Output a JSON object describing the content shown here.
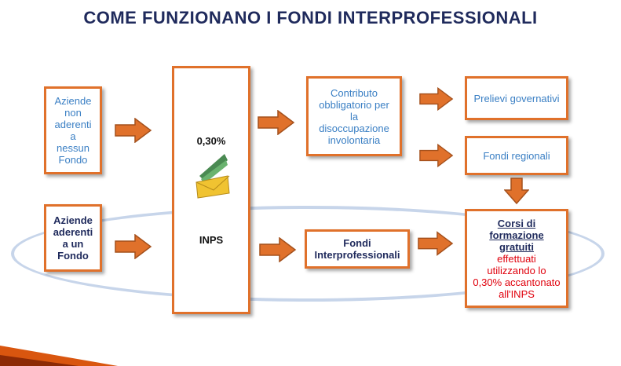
{
  "title": "COME FUNZIONANO I FONDI INTERPROFESSIONALI",
  "boxes": {
    "non_aderenti": [
      "Aziende",
      "non",
      "aderenti",
      "a",
      "nessun",
      "Fondo"
    ],
    "aderenti": [
      "Aziende",
      "aderenti",
      "a un",
      "Fondo"
    ],
    "inps_rate": "0,30%",
    "inps_label": "INPS",
    "contributo": [
      "Contributo",
      "obbligatorio per",
      "la",
      "disoccupazione",
      "involontaria"
    ],
    "fondi_inter": [
      "Fondi",
      "Interprofessionali"
    ],
    "prelievi": "Prelievi governativi",
    "regionali": "Fondi regionali",
    "corsi_title": [
      "Corsi di",
      "formazione",
      "gratuiti"
    ],
    "corsi_body": [
      "effettuati",
      "utilizzando lo",
      "0,30% accantonato",
      "all'INPS"
    ]
  },
  "colors": {
    "accent": "#e0712b",
    "title": "#1f2a5c",
    "blue_text": "#3a7fc4",
    "red_text": "#e0000c",
    "ellipse": "#c7d5ea"
  },
  "icons": [
    "money-envelope-icon"
  ]
}
